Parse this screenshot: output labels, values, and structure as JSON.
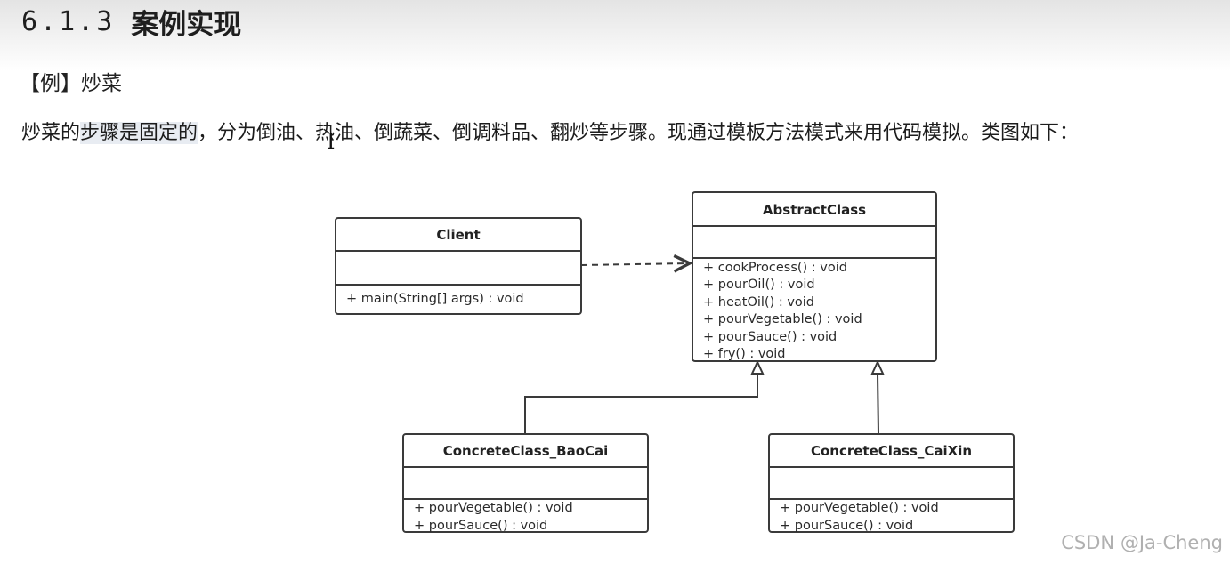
{
  "heading": {
    "number": "6.1.3",
    "title": "案例实现"
  },
  "example_label": "【例】炒菜",
  "paragraph": {
    "before": "炒菜的",
    "highlight": "步骤是固定的",
    "after": "，分为倒油、热油、倒蔬菜、倒调料品、翻炒等步骤。现通过模板方法模式来用代码模拟。类图如下："
  },
  "diagram": {
    "client": {
      "name": "Client",
      "methods": [
        "+ main(String[] args) : void"
      ]
    },
    "abstract_class": {
      "name": "AbstractClass",
      "methods": [
        "+ cookProcess() :  void",
        "+ pourOil() : void",
        "+ heatOil() : void",
        "+ pourVegetable() : void",
        "+ pourSauce() : void",
        "+ fry() : void"
      ]
    },
    "baocai": {
      "name": "ConcreteClass_BaoCai",
      "methods": [
        "+ pourVegetable() : void",
        "+ pourSauce() : void"
      ]
    },
    "caixin": {
      "name": "ConcreteClass_CaiXin",
      "methods": [
        "+ pourVegetable() : void",
        "+ pourSauce() : void"
      ]
    }
  },
  "watermark": "CSDN @Ja-Cheng"
}
